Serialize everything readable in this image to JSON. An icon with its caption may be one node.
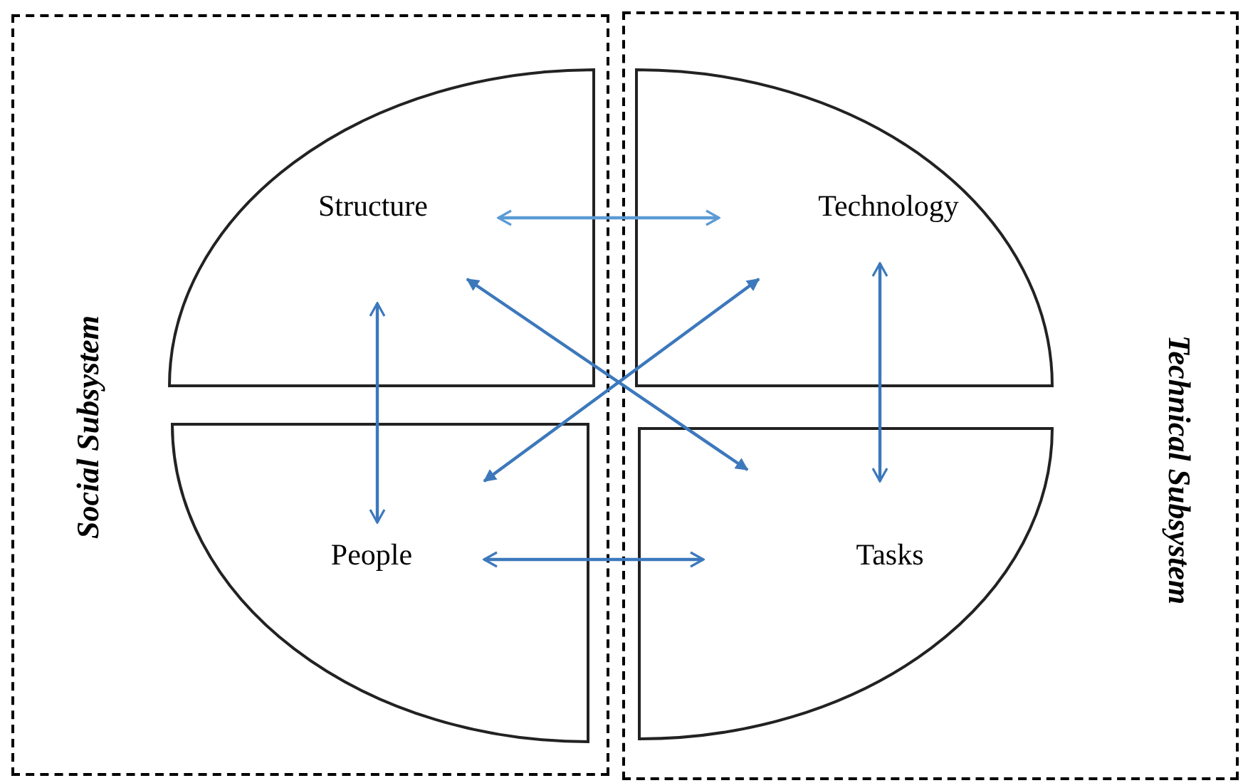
{
  "diagram": {
    "nodes": [
      {
        "text": [
          "Social Subsystem"
        ]
      },
      {
        "text": [
          "Technical Subsystem"
        ]
      },
      {
        "text": [
          "Structure"
        ],
        "in": 0
      },
      {
        "text": [
          "Technology"
        ],
        "in": 1
      },
      {
        "text": [
          "People"
        ],
        "in": 0
      },
      {
        "text": [
          "Tasks"
        ],
        "in": 1
      }
    ],
    "edges": [
      {
        "from": 2,
        "to": 3,
        "arrow": "both",
        "color": "#5b9bd5"
      },
      {
        "from": 2,
        "to": 4,
        "arrow": "both"
      },
      {
        "from": 3,
        "to": 5,
        "arrow": "both"
      },
      {
        "from": 4,
        "to": 5,
        "arrow": "both"
      },
      {
        "from": 4,
        "to": 3,
        "arrow": "both"
      },
      {
        "from": 2,
        "to": 5,
        "arrow": "both"
      }
    ]
  }
}
